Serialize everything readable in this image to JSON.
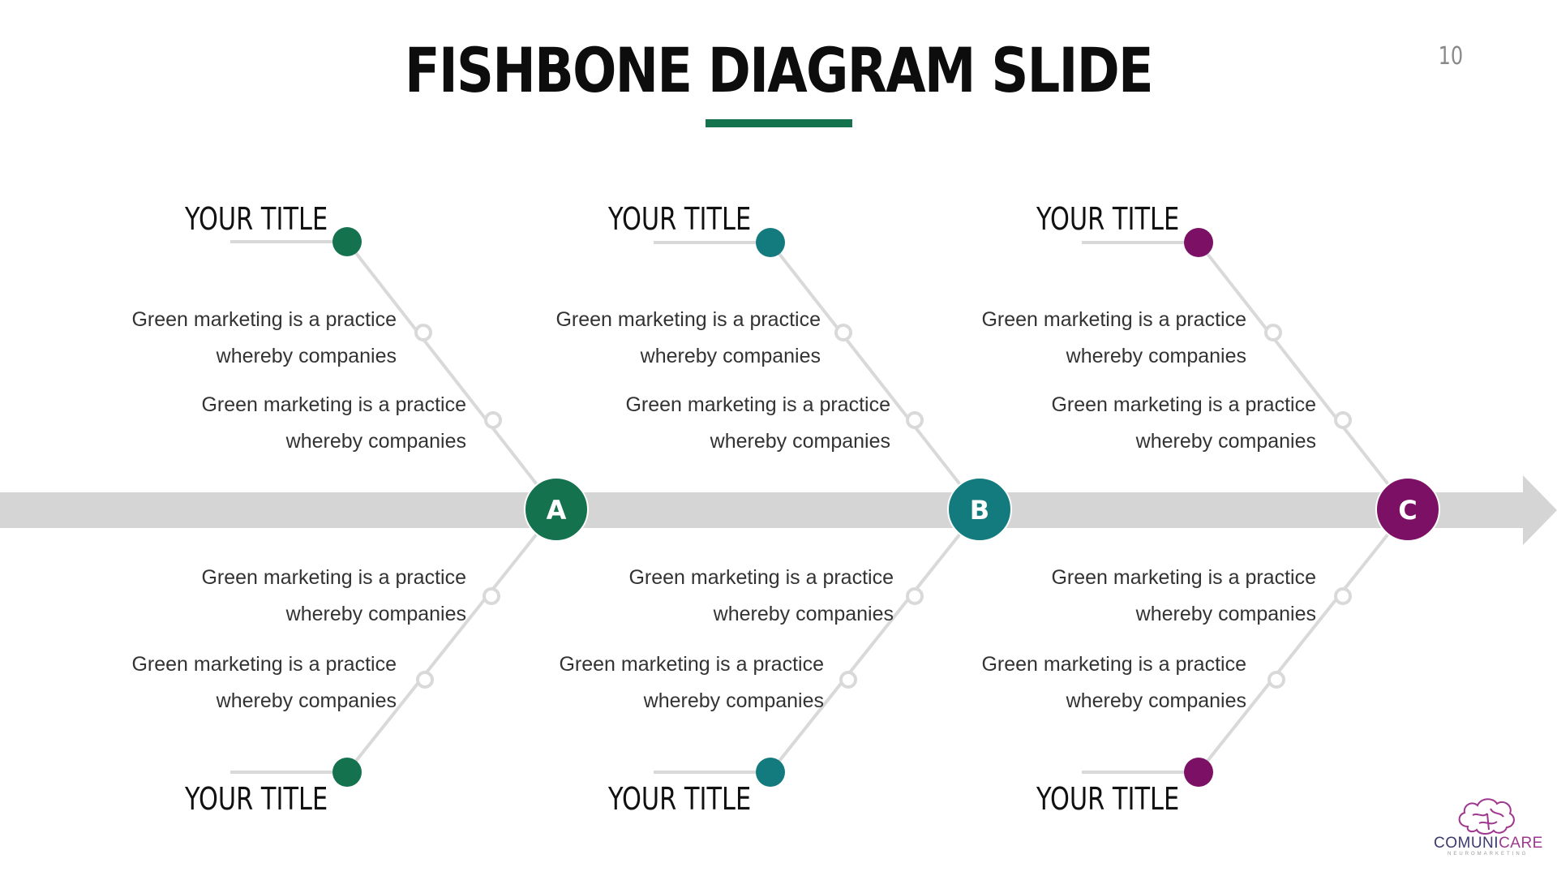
{
  "slide": {
    "title": "FISHBONE DIAGRAM SLIDE",
    "page_number": "10"
  },
  "colors": {
    "green": "#15724e",
    "teal": "#137a7d",
    "purple": "#7b1064",
    "spine": "#d5d5d5",
    "bone": "#d9d9d9"
  },
  "nodes": [
    {
      "label": "A",
      "color": "#15724e"
    },
    {
      "label": "B",
      "color": "#137a7d"
    },
    {
      "label": "C",
      "color": "#7b1064"
    }
  ],
  "bones": {
    "a_top": {
      "title": "YOUR TITLE",
      "items": [
        {
          "line1": "Green marketing is a practice",
          "line2": "whereby companies"
        },
        {
          "line1": "Green marketing is a practice",
          "line2": "whereby companies"
        }
      ]
    },
    "a_bottom": {
      "title": "YOUR TITLE",
      "items": [
        {
          "line1": "Green marketing is a practice",
          "line2": "whereby companies"
        },
        {
          "line1": "Green marketing is a practice",
          "line2": "whereby companies"
        }
      ]
    },
    "b_top": {
      "title": "YOUR TITLE",
      "items": [
        {
          "line1": "Green marketing is a practice",
          "line2": "whereby companies"
        },
        {
          "line1": "Green marketing is a practice",
          "line2": "whereby companies"
        }
      ]
    },
    "b_bottom": {
      "title": "YOUR TITLE",
      "items": [
        {
          "line1": "Green marketing is a practice",
          "line2": "whereby companies"
        },
        {
          "line1": "Green marketing is a practice",
          "line2": "whereby companies"
        }
      ]
    },
    "c_top": {
      "title": "YOUR TITLE",
      "items": [
        {
          "line1": "Green marketing is a practice",
          "line2": "whereby companies"
        },
        {
          "line1": "Green marketing is a practice",
          "line2": "whereby companies"
        }
      ]
    },
    "c_bottom": {
      "title": "YOUR TITLE",
      "items": [
        {
          "line1": "Green marketing is a practice",
          "line2": "whereby companies"
        },
        {
          "line1": "Green marketing is a practice",
          "line2": "whereby companies"
        }
      ]
    }
  },
  "logo": {
    "icon": "brain-icon",
    "text_dark": "COMUNI",
    "text_accent": "CARE",
    "subtitle": "NEUROMARKETING",
    "color_dark": "#3b3b6e",
    "color_accent": "#a0378f"
  }
}
